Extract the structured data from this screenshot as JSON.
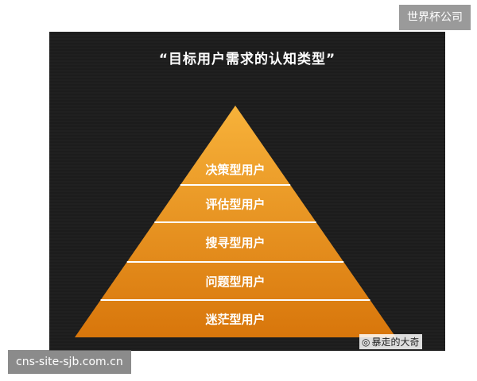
{
  "watermark_top": "世界杯公司",
  "title": "“目标用户需求的认知类型”",
  "layers": [
    {
      "label": "决策型用户"
    },
    {
      "label": "评估型用户"
    },
    {
      "label": "搜寻型用户"
    },
    {
      "label": "问题型用户"
    },
    {
      "label": "迷茫型用户"
    }
  ],
  "credit": {
    "icon": "weibo-icon",
    "text": "暴走的大奇"
  },
  "watermark_bottom": "cns-site-sjb.com.cn",
  "colors": {
    "panel_bg": "#1c1c1c",
    "layer_fill_top": "#f5a52a",
    "layer_fill_bottom": "#d9780c",
    "divider": "#ffffff"
  }
}
